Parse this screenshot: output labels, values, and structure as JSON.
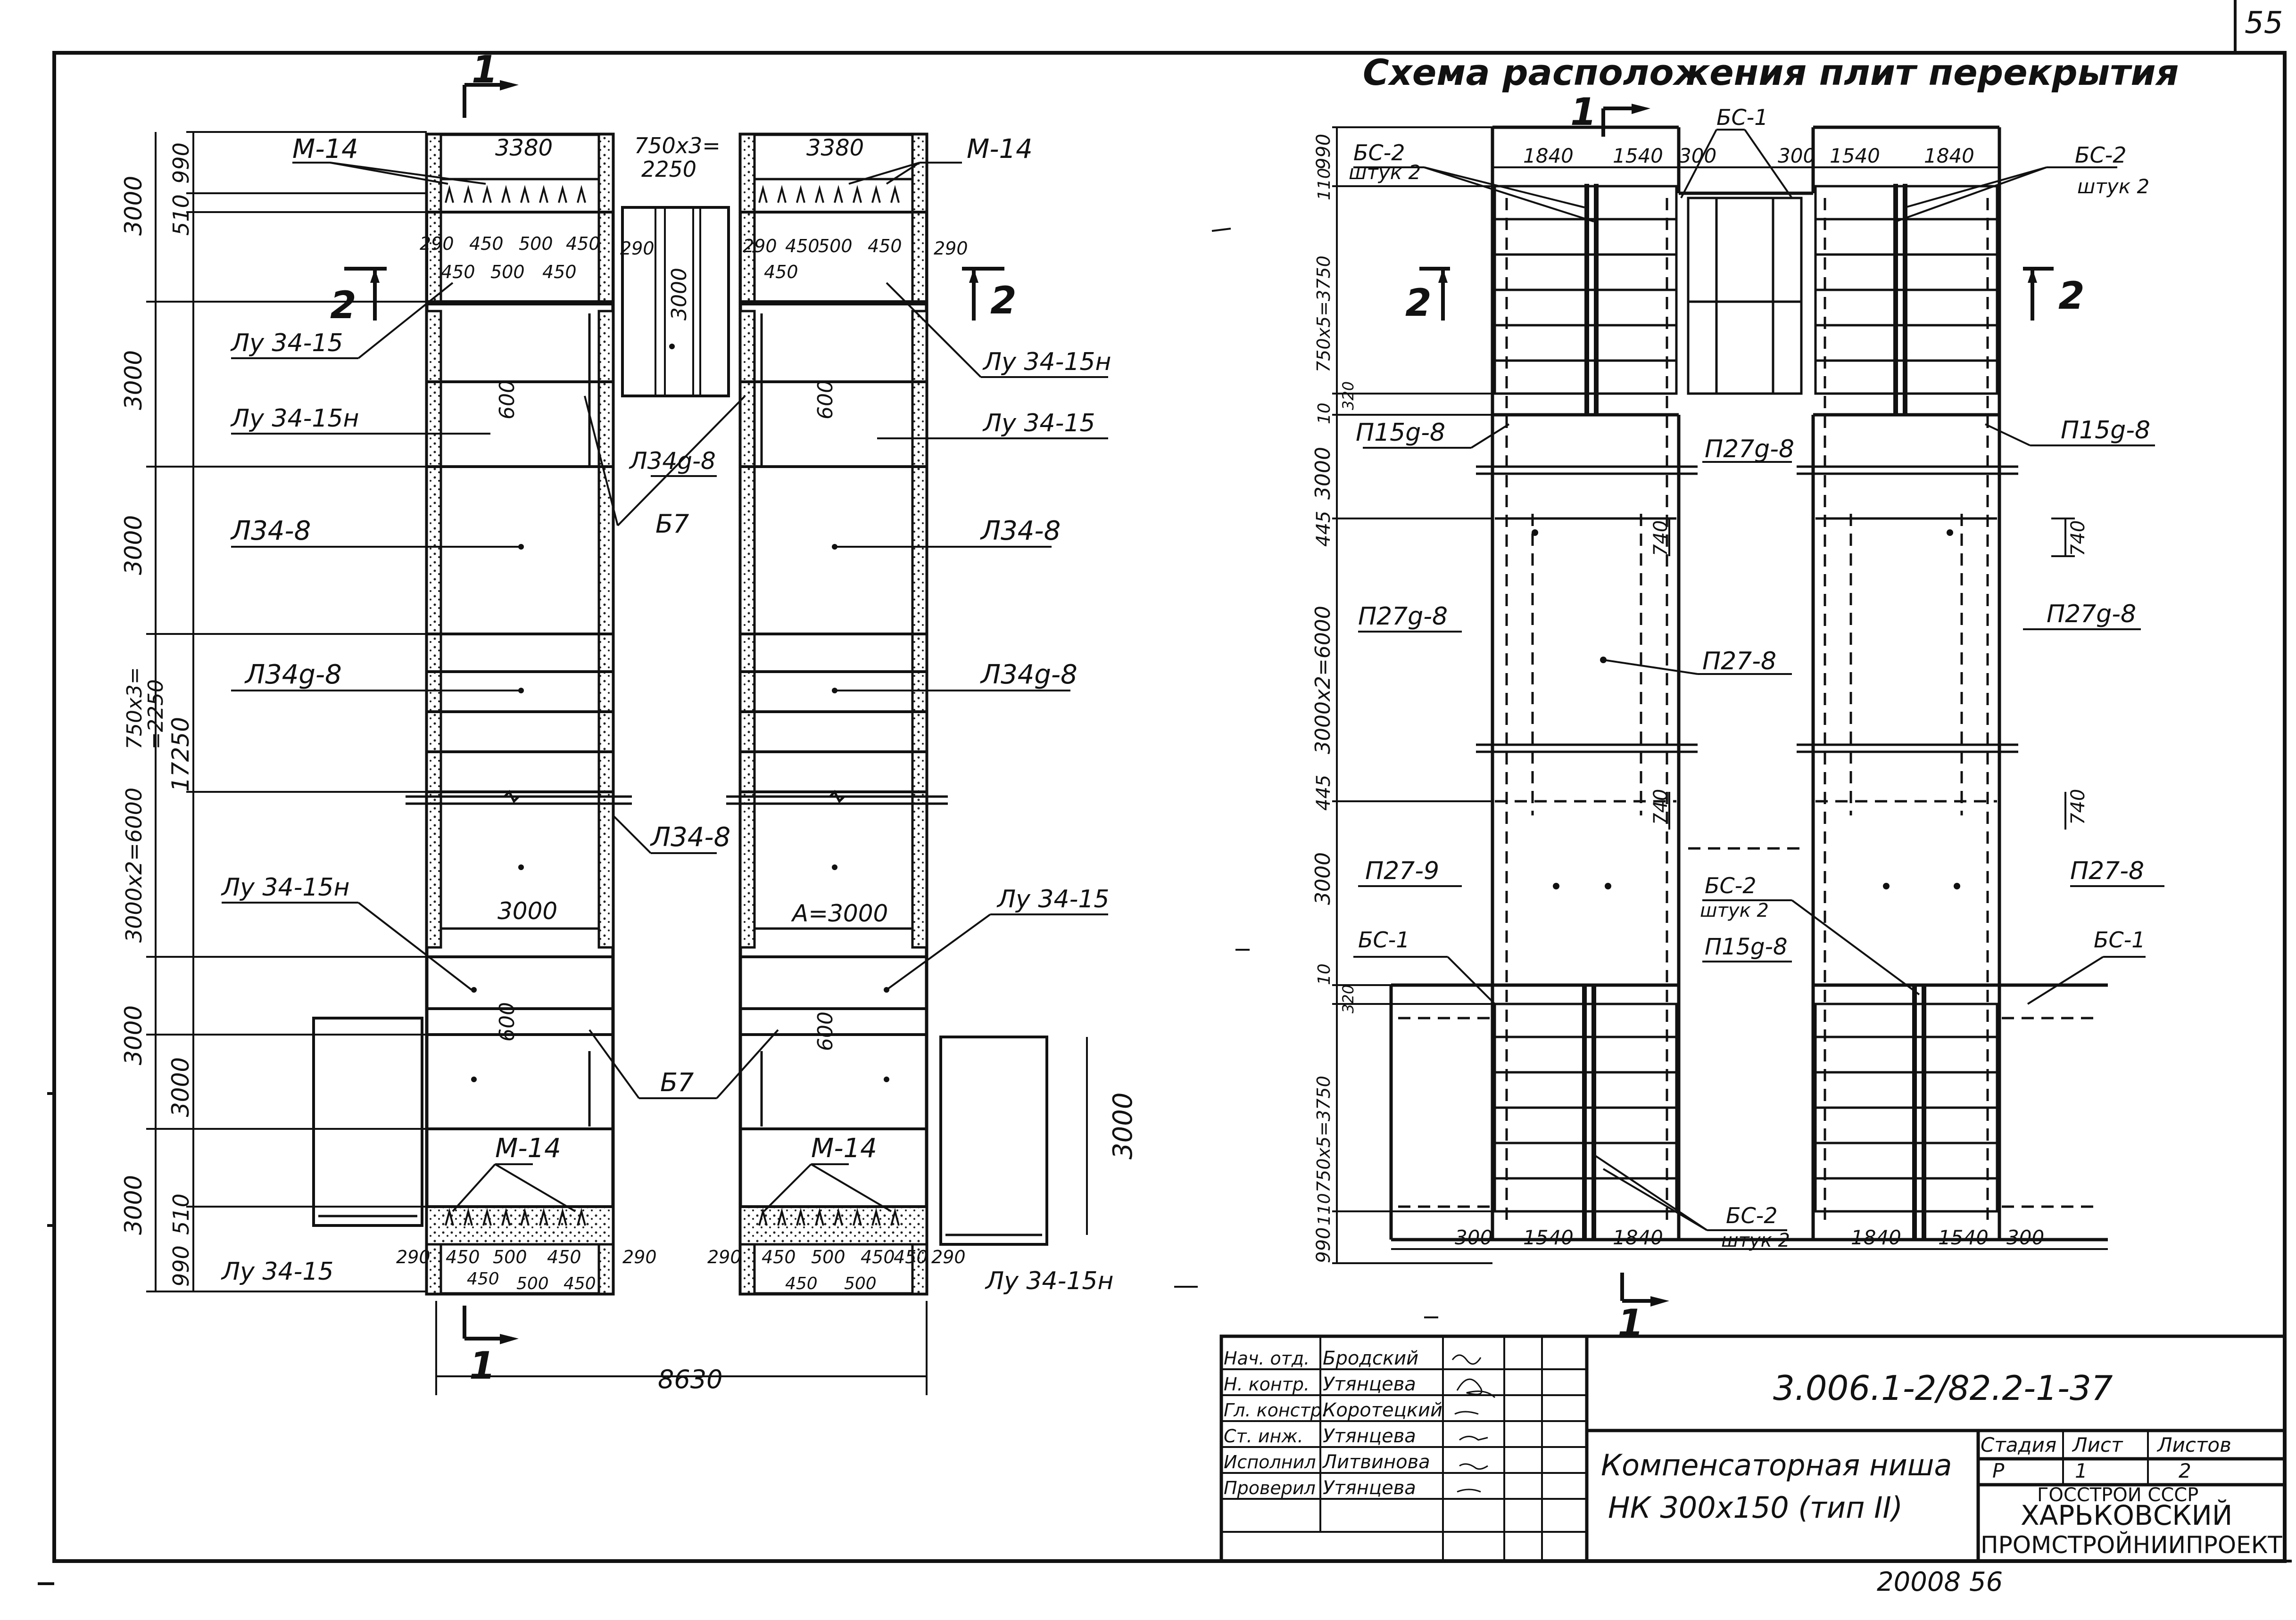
{
  "page_number": "55",
  "title_right": "Схема расположения плит перекрытия",
  "bottom_code": "20008 56",
  "left_plan": {
    "section_marks": {
      "s1_top": "1",
      "s1_bottom": "1",
      "s2_left": "2",
      "s2_right": "2"
    },
    "top_dims": {
      "w_left": "3380",
      "w_right": "3380",
      "mid_expr": "750x3=",
      "mid_val": "2250",
      "mid_height": "3000"
    },
    "top_sub_dims": {
      "a": "290",
      "b": "450",
      "c": "500",
      "d": "450",
      "e": "290",
      "f": "450",
      "g": "500",
      "h": "450",
      "i": "450",
      "j": "450",
      "k": "500",
      "l": "450",
      "m": "290",
      "n": "290"
    },
    "left_dims": {
      "d990_top": "990",
      "d510_top": "510",
      "d3000_a": "3000",
      "d3000_b": "3000",
      "d3000_c": "3000",
      "d750x3": "750x3=",
      "d2250": "=2250",
      "d17250": "17250",
      "d3000x2": "3000x2=6000",
      "d3000_d": "3000",
      "d3000_e": "3000",
      "d3000_f": "3000",
      "d510_bot": "510",
      "d990_bot": "990"
    },
    "labels": {
      "m14_tl": "М-14",
      "m14_tr": "М-14",
      "m14_bl": "М-14",
      "m14_br": "М-14",
      "lu_l1": "Лу 34-15",
      "lu_r1": "Лу 34-15н",
      "lu_l2": "Лу 34-15н",
      "lu_r2": "Лу 34-15",
      "l348_l": "Л34-8",
      "l348_r": "Л34-8",
      "l34g8_l": "Л34g-8",
      "l34g8_r": "Л34g-8",
      "l34g8_mid": "Л34g-8",
      "b7_a": "Б7",
      "b7_b": "Б7",
      "l348_mid": "Л34-8",
      "lu_l3": "Лу 34-15н",
      "lu_r3": "Лу 34-15",
      "lu_l4": "Лу 34-15",
      "lu_r4": "Лу 34-15н",
      "d600_a": "600",
      "d600_b": "600",
      "d600_c": "600",
      "d600_d": "600",
      "d3000_in_l": "3000",
      "d3000_in_r": "А=3000",
      "d3000_side": "3000"
    },
    "bottom_sub": {
      "a": "290",
      "b": "450",
      "c": "500",
      "d": "450",
      "e": "290",
      "f": "290",
      "g": "450",
      "h": "500",
      "i": "450",
      "j": "450",
      "k": "290",
      "l": "450",
      "m": "500",
      "n": "450",
      "o": "450",
      "p": "500"
    },
    "total_width": "8630"
  },
  "right_plan": {
    "section_marks": {
      "s1_top": "1",
      "s1_bottom": "1",
      "s2_left": "2",
      "s2_right": "2"
    },
    "top_dims": {
      "a": "1840",
      "b": "1540",
      "c": "300",
      "d": "300",
      "e": "1540",
      "f": "1840"
    },
    "bottom_dims": {
      "a": "300",
      "b": "1540",
      "c": "1840",
      "d": "1840",
      "e": "1540",
      "f": "300"
    },
    "left_dims": {
      "d990": "990",
      "d110": "110",
      "d750x5": "750x5=3750",
      "d320": "320",
      "d10": "10",
      "d3000": "3000",
      "d445": "445",
      "d3000x2": "3000x2=6000",
      "d445b": "445",
      "d3000b": "3000",
      "d10b": "10",
      "d320b": "320",
      "d750x5b": "750x5=3750",
      "d110b": "110",
      "d990b": "990"
    },
    "labels": {
      "bs2_tl": "БС-2",
      "bs2_tl_n": "штук 2",
      "bs1_t": "БС-1",
      "bs2_tr": "БС-2",
      "bs2_tr_n": "штук 2",
      "p15g8_l": "П15g-8",
      "p27g8_m": "П27g-8",
      "p15g8_r": "П15g-8",
      "p27g8_l": "П27g-8",
      "p27g8_r": "П27g-8",
      "p278_m": "П27-8",
      "p279_l": "П27-9",
      "p278_r": "П27-8",
      "bs2_mid": "БС-2",
      "bs2_mid_n": "штук 2",
      "p15g8_mid": "П15g-8",
      "bs1_l": "БС-1",
      "bs1_r": "БС-1",
      "bs2_b": "БС-2",
      "bs2_b_n": "штук 2",
      "d740_a": "740",
      "d740_b": "740",
      "d740_c": "740",
      "d740_d": "740"
    }
  },
  "title_block": {
    "roles": [
      "Нач. отд.",
      "Н. контр.",
      "Гл. констр.",
      "Ст. инж.",
      "Исполнил",
      "Проверил"
    ],
    "names": [
      "Бродский",
      "Утянцева",
      "Коротецкий",
      "Утянцева",
      "Литвинова",
      "Утянцева"
    ],
    "doc_code": "3.006.1-2/82.2-1-37",
    "name_line1": "Компенсаторная ниша",
    "name_line2": "НК 300x150 (тип II)",
    "stage_h": "Стадия",
    "sheet_h": "Лист",
    "sheets_h": "Листов",
    "stage_v": "Р",
    "sheet_v": "1",
    "sheets_v": "2",
    "org1": "ГОССТРОЙ СССР",
    "org2": "ХАРЬКОВСКИЙ",
    "org3": "ПРОМСТРОЙНИИПРОЕКТ"
  }
}
